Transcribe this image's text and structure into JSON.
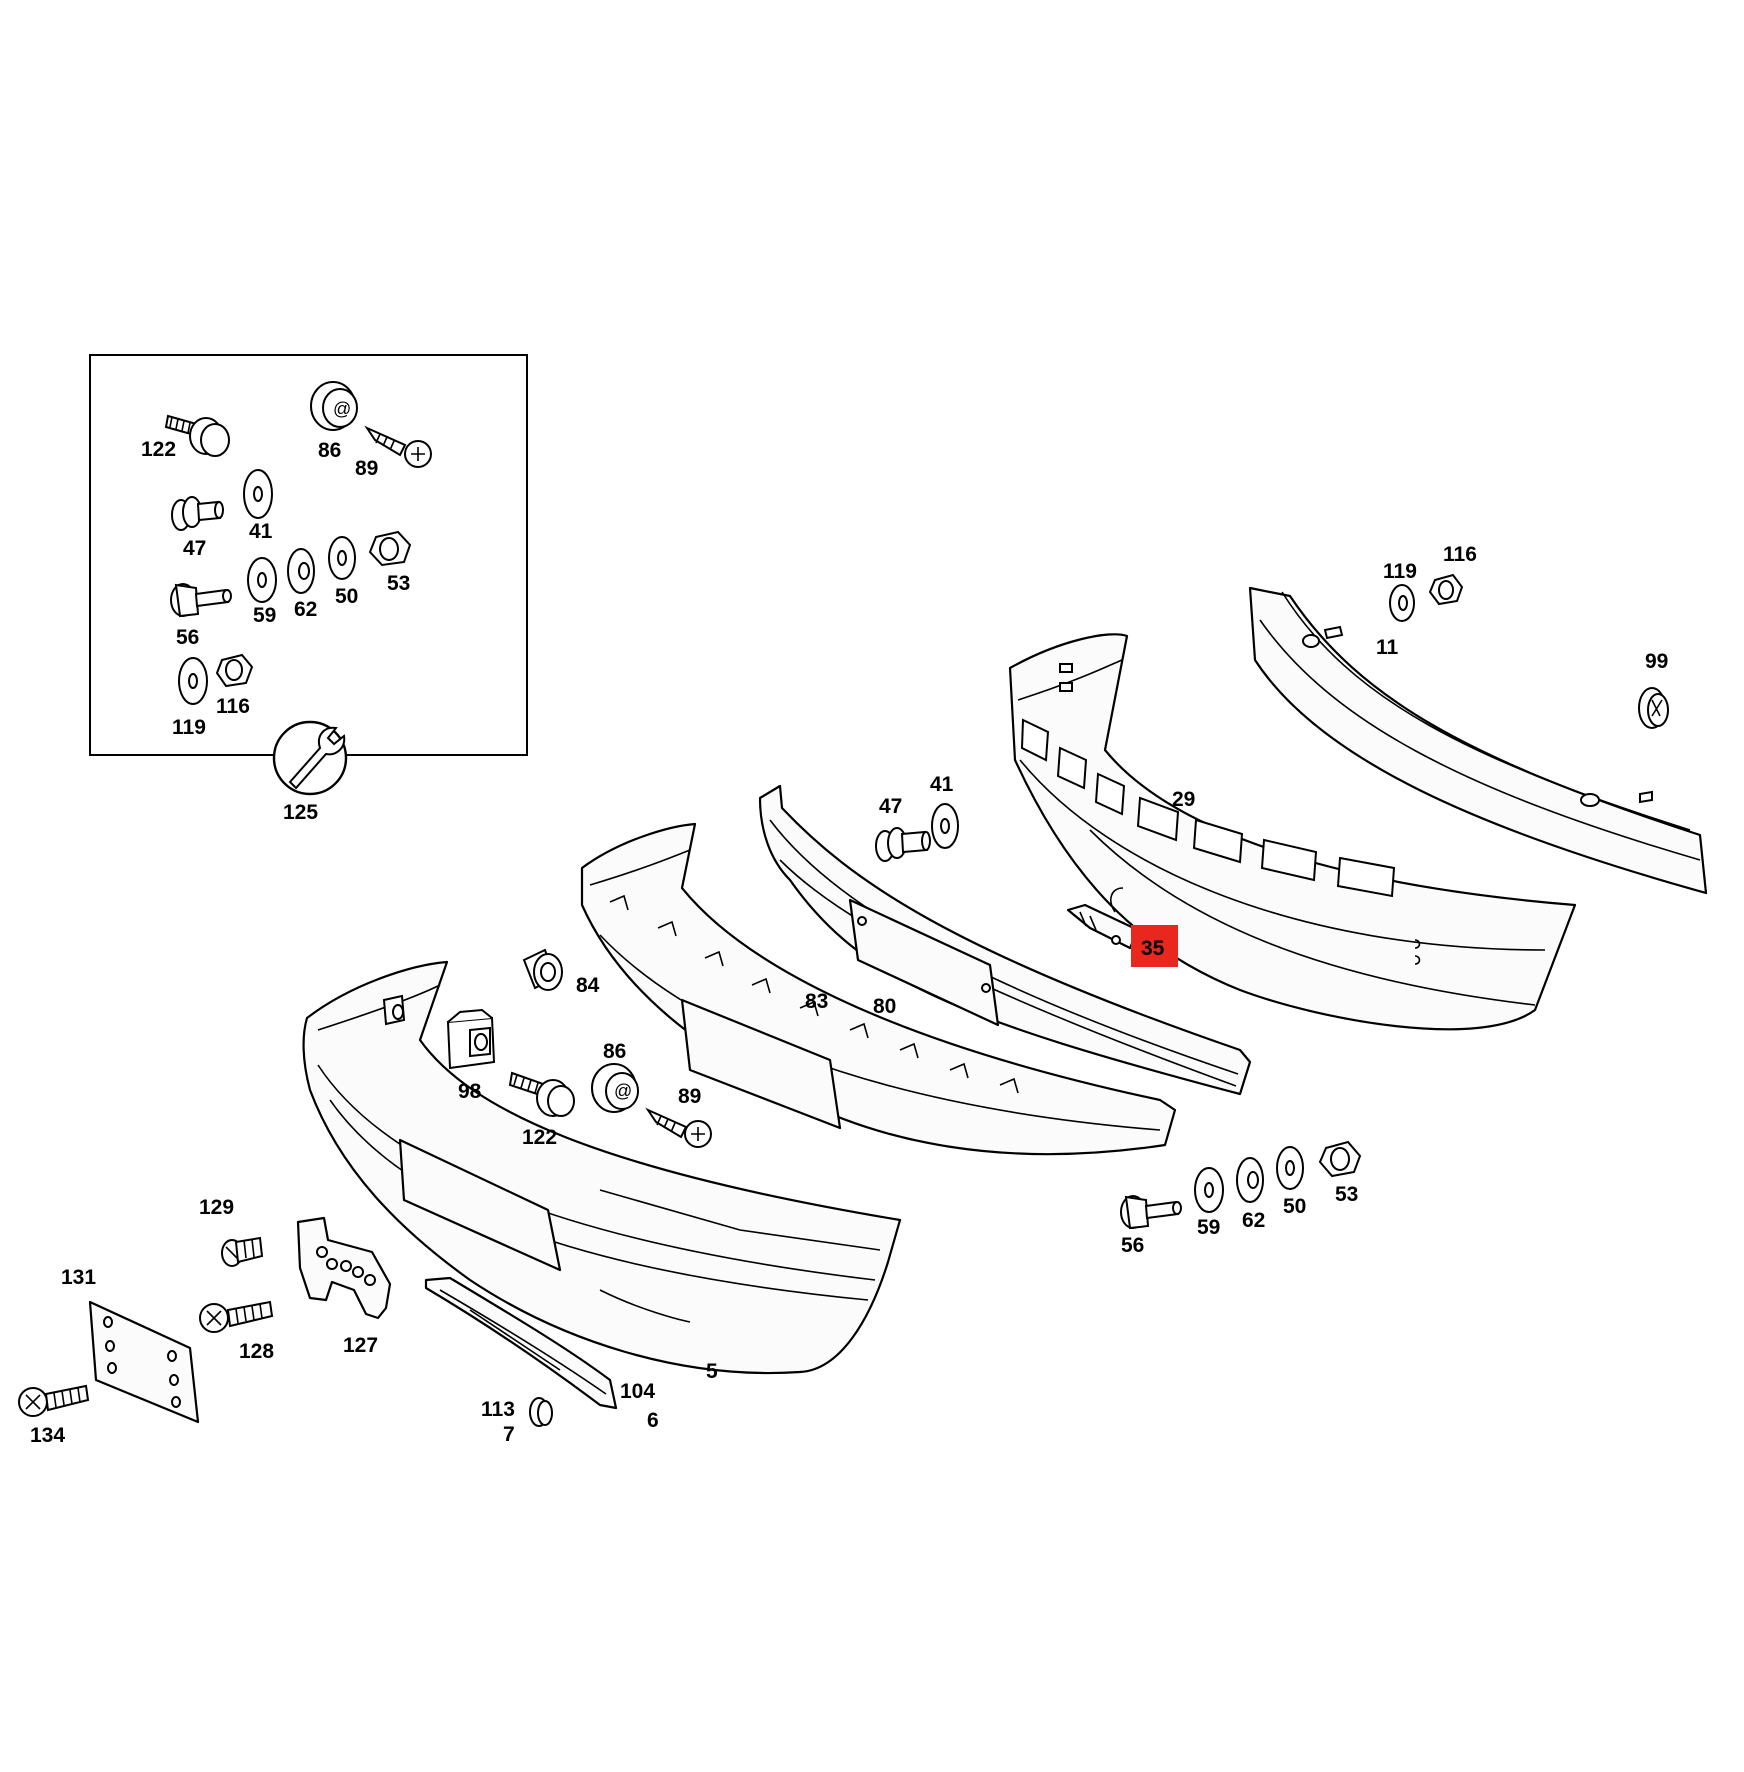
{
  "diagram": {
    "inset_labels": {
      "l122": "122",
      "l86": "86",
      "l89": "89",
      "l47": "47",
      "l41": "41",
      "l56": "56",
      "l59": "59",
      "l62": "62",
      "l50": "50",
      "l53": "53",
      "l119": "119",
      "l116": "116",
      "l125": "125"
    },
    "main_labels": {
      "l119": "119",
      "l116": "116",
      "l11": "11",
      "l99": "99",
      "l29": "29",
      "l35": "35",
      "l47": "47",
      "l41": "41",
      "l84": "84",
      "l83": "83",
      "l80": "80",
      "l98": "98",
      "l86": "86",
      "l122": "122",
      "l89": "89",
      "l56": "56",
      "l59": "59",
      "l62": "62",
      "l50": "50",
      "l53": "53",
      "l129": "129",
      "l131": "131",
      "l128": "128",
      "l127": "127",
      "l134": "134",
      "l113": "113",
      "l7": "7",
      "l104": "104",
      "l6": "6",
      "l5": "5"
    },
    "highlighted_part": "35",
    "highlight_color": "#e8281e"
  }
}
